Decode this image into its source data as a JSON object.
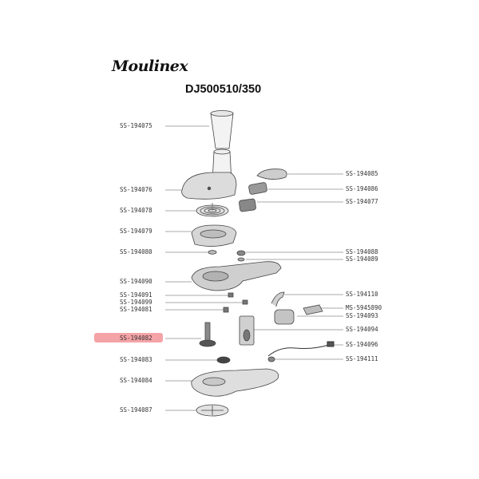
{
  "brand": "Moulinex",
  "model": "DJ500510/350",
  "highlight_color": "#f4a3a6",
  "parts": {
    "p194075": "SS-194075",
    "p194076": "SS-194076",
    "p194078": "SS-194078",
    "p194079": "SS-194079",
    "p194080": "SS-194080",
    "p194090": "SS-194090",
    "p194091": "SS-194091",
    "p194099": "SS-194099",
    "p194081": "SS-194081",
    "p194082": "SS-194082",
    "p194083": "SS-194083",
    "p194084": "SS-194084",
    "p194087": "SS-194087",
    "p194085": "SS-194085",
    "p194086": "SS-194086",
    "p194077": "SS-194077",
    "p194088": "SS-194088",
    "p194089": "SS-194089",
    "p194110": "SS-194110",
    "p5945890": "MS-5945890",
    "p194093": "SS-194093",
    "p194094": "SS-194094",
    "p194096": "SS-194096",
    "p194111": "SS-194111"
  }
}
